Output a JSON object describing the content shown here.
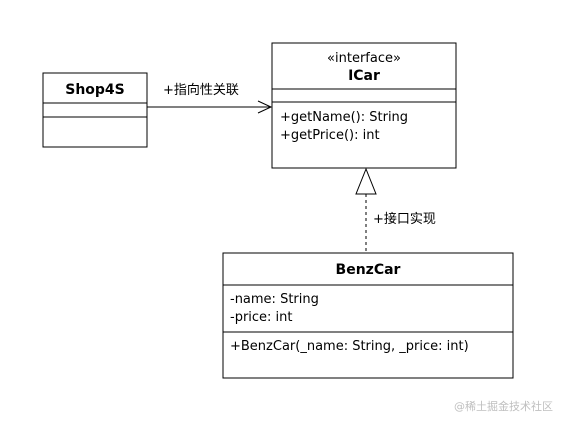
{
  "shop4s": {
    "name": "Shop4S"
  },
  "icar": {
    "stereotype": "«interface»",
    "name": "ICar",
    "methods": [
      "+getName(): String",
      "+getPrice(): int"
    ]
  },
  "benzcar": {
    "name": "BenzCar",
    "attributes": [
      "-name: String",
      "-price: int"
    ],
    "methods": [
      "+BenzCar(_name: String, _price: int)"
    ]
  },
  "relations": {
    "association_label": "+指向性关联",
    "realization_label": "+接口实现"
  },
  "watermark": "@稀土掘金技术社区",
  "colors": {
    "line": "#000000",
    "fill": "#ffffff",
    "watermark": "#bfbfbf"
  }
}
